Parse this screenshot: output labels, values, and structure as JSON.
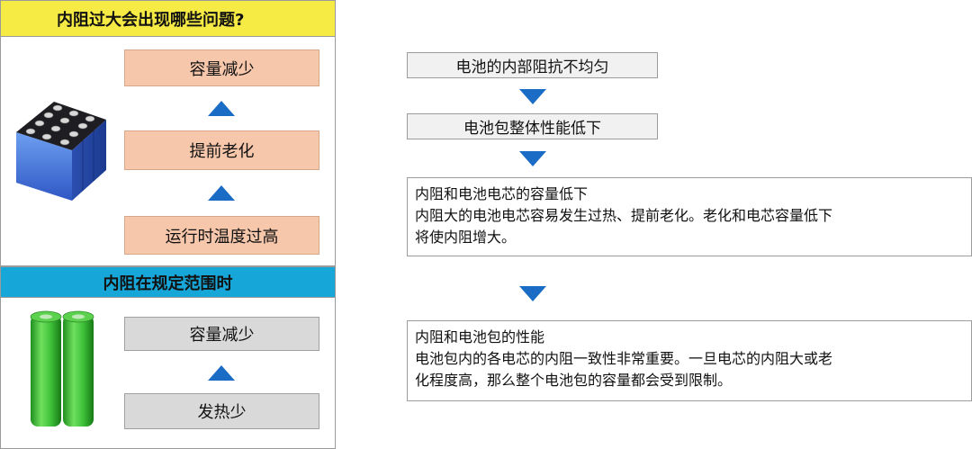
{
  "left": {
    "top_panel": {
      "title": "内阻过大会出现哪些问题?",
      "boxes": [
        "容量减少",
        "提前老化",
        "运行时温度过高"
      ]
    },
    "bottom_panel": {
      "title": "内阻在规定范围时",
      "boxes": [
        "容量减少",
        "发热少"
      ]
    }
  },
  "right": {
    "flow": [
      "电池的内部阻抗不均匀",
      "电池包整体性能低下"
    ],
    "block1": {
      "title": "内阻和电池电芯的容量低下",
      "lines": [
        "内阻大的电池电芯容易发生过热、提前老化。老化和电芯容量低下",
        "将使内阻增大。"
      ]
    },
    "block2": {
      "title": "内阻和电池包的性能",
      "lines": [
        "电池包内的各电芯的内阻一致性非常重要。一旦电芯的内阻大或老",
        "化程度高，那么整个电池包的容量都会受到限制。"
      ]
    }
  },
  "colors": {
    "yellow_header": "#f6ea45",
    "blue_header": "#17a6d8",
    "peach_box": "#f7c7ab",
    "gray_box": "#d9d9d9",
    "arrow_blue": "#1a6cc4"
  },
  "icons": [
    "prismatic-battery-icon",
    "cylindrical-battery-icon",
    "up-arrow-icon",
    "down-arrow-icon"
  ]
}
